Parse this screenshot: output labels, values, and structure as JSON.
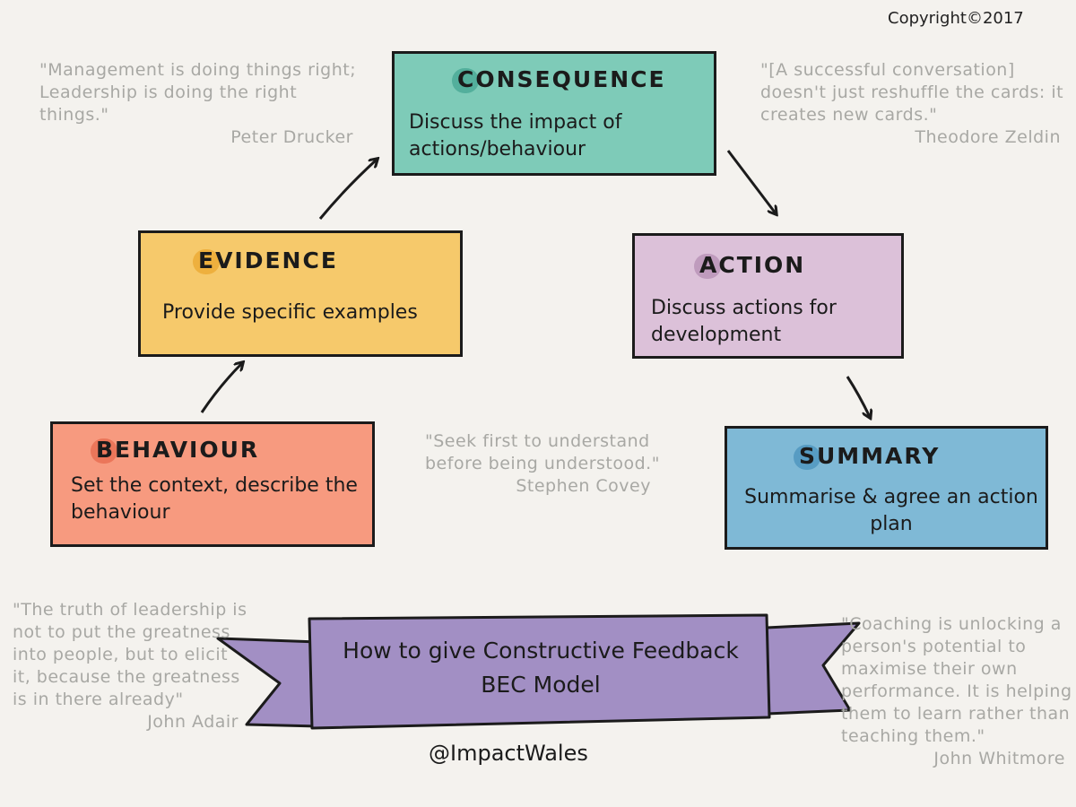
{
  "copyright": "Copyright©2017",
  "steps": {
    "consequence": {
      "title": "CONSEQUENCE",
      "body": "Discuss the impact of actions/behaviour",
      "color": "#7ecbb8"
    },
    "evidence": {
      "title": "EVIDENCE",
      "body": "Provide specific examples",
      "color": "#f6c96b"
    },
    "action": {
      "title": "ACTION",
      "body": "Discuss actions for development",
      "color": "#dcc1d9"
    },
    "behaviour": {
      "title": "BEHAVIOUR",
      "body": "Set the context, describe the behaviour",
      "color": "#f79a7f"
    },
    "summary": {
      "title": "SUMMARY",
      "body": "Summarise & agree an action plan",
      "color": "#7fb9d6"
    }
  },
  "quotes": {
    "drucker": {
      "text": "\"Management is doing things right; Leadership is doing the right things.\"",
      "author": "Peter Drucker"
    },
    "zeldin": {
      "text": "\"[A successful conversation] doesn't just reshuffle the cards: it creates new cards.\"",
      "author": "Theodore Zeldin"
    },
    "covey": {
      "text": "\"Seek first to understand before being understood.\"",
      "author": "Stephen Covey"
    },
    "adair": {
      "text": "\"The truth of leadership is not to put the greatness into people, but to elicit it, because the greatness is in there already\"",
      "author": "John Adair"
    },
    "whitmore": {
      "text": "\"Coaching is unlocking a person's potential to maximise their own performance. It is helping them to learn rather than teaching them.\"",
      "author": "John Whitmore"
    }
  },
  "banner": {
    "line1": "How to give Constructive Feedback",
    "line2": "BEC Model",
    "color": "#a28fc4"
  },
  "handle": "@ImpactWales",
  "colors": {
    "ink": "#1b1b1b",
    "quote_grey": "#a8a8a4",
    "background": "#f4f2ee"
  }
}
